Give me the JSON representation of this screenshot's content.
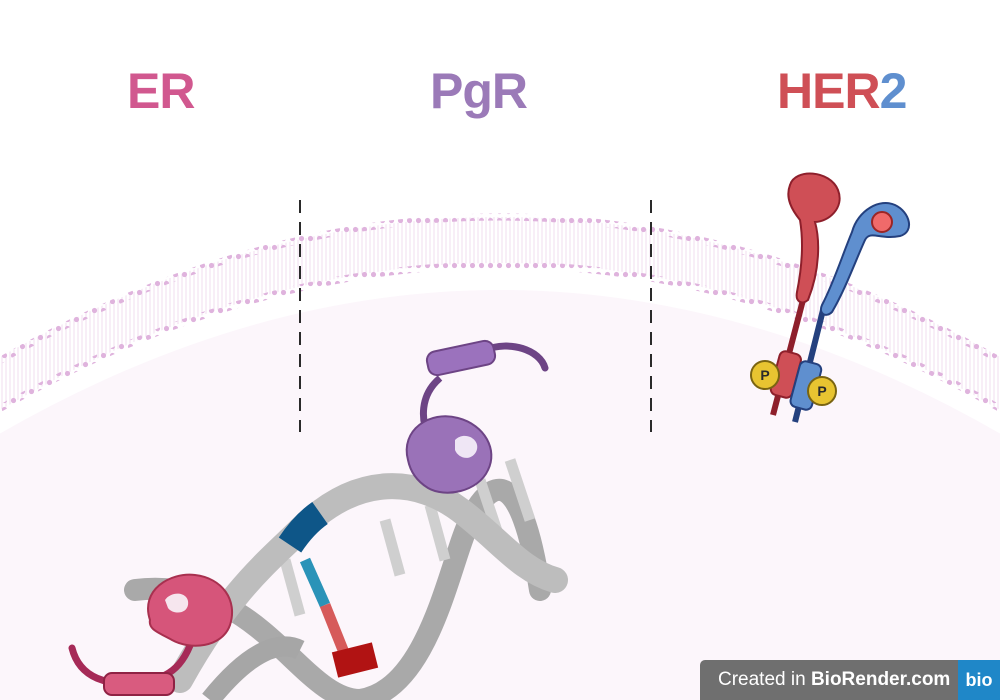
{
  "labels": {
    "er": "ER",
    "pgr": "PgR",
    "her2_main": "HER",
    "her2_suffix": "2"
  },
  "phospho_label": "P",
  "watermark": {
    "prefix": "Created in ",
    "brand": "BioRender.com",
    "logo": "bio"
  },
  "colors": {
    "er": "#d1588f",
    "pgr": "#9b7ab8",
    "her2_red": "#cf4f56",
    "her2_blue": "#5f8fcf",
    "membrane": "#e2b8e0",
    "cell_fill": "#fcf6fb",
    "dna": "#b8b8b8"
  }
}
